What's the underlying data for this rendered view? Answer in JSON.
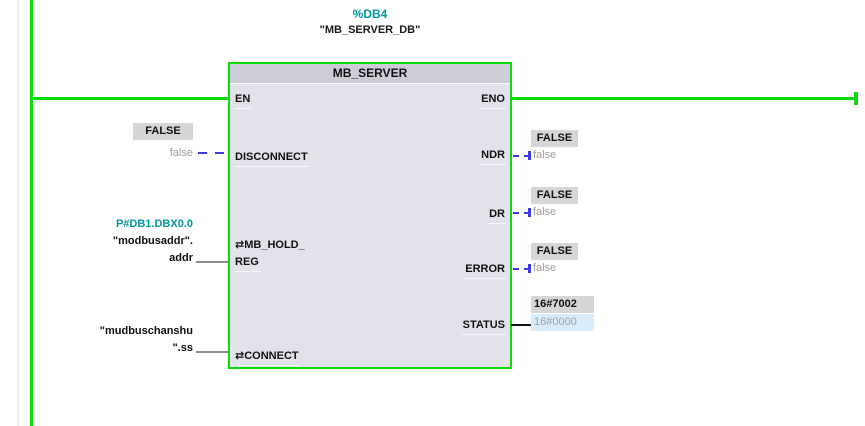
{
  "colors": {
    "wire_green": "#0bdb0b",
    "operand_teal": "#0096a0",
    "connector_blue": "#3c3ce6",
    "monitor_box_bg": "#d6d6d6",
    "modify_box_bg": "#d9ecfb",
    "monitor_gray_text": "#9c9c9c",
    "block_body_bg": "#e2e2eb",
    "block_header_bg": "#cdcdd8"
  },
  "call": {
    "instance_db": "%DB4",
    "instance_name": "\"MB_SERVER_DB\""
  },
  "block": {
    "title": "MB_SERVER",
    "pins": {
      "en": "EN",
      "eno": "ENO",
      "disconnect": "DISCONNECT",
      "mb_hold_reg_line1": "⇄MB_HOLD_",
      "mb_hold_reg_line2": "REG",
      "connect": "⇄CONNECT",
      "ndr": "NDR",
      "dr": "DR",
      "error": "ERROR",
      "status": "STATUS"
    }
  },
  "left_operands": {
    "disconnect": {
      "monitor_value": "FALSE",
      "operand": "false"
    },
    "mb_hold_reg": {
      "monitor_value": "P#DB1.DBX0.0",
      "operand_line1": "\"modbusaddr\".",
      "operand_line2": "addr"
    },
    "connect": {
      "operand_line1": "\"mudbuschanshu",
      "operand_line2": "\".ss"
    }
  },
  "right_operands": {
    "ndr": {
      "monitor_value": "FALSE",
      "operand": "false"
    },
    "dr": {
      "monitor_value": "FALSE",
      "operand": "false"
    },
    "error": {
      "monitor_value": "FALSE",
      "operand": "false"
    },
    "status": {
      "monitor_value": "16#7002",
      "operand": "16#0000"
    }
  }
}
